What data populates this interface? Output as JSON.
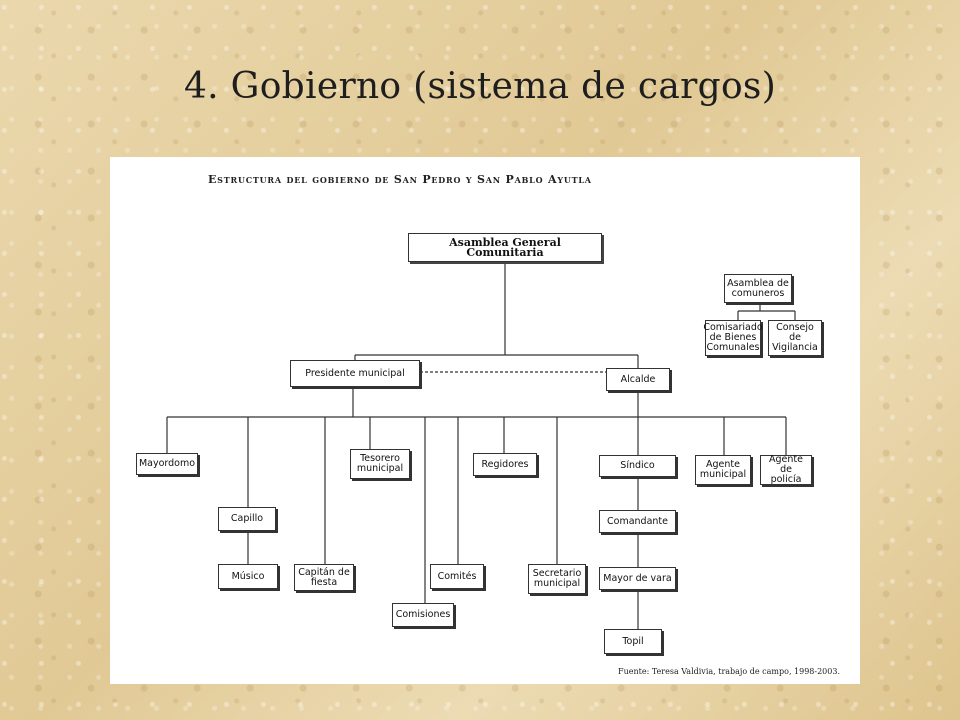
{
  "slide": {
    "title": "4. Gobierno (sistema de cargos)"
  },
  "diagram": {
    "heading": "Estructura del gobierno de San Pedro y San Pablo Ayutla",
    "source": "Fuente: Teresa Valdivia, trabajo de campo, 1998-2003.",
    "nodes": {
      "asamblea_general": "Asamblea General Comunitaria",
      "asamblea_comuneros": "Asamblea de\ncomuneros",
      "comisariado": "Comisariado\nde Bienes\nComunales",
      "consejo": "Consejo\nde Vigilancia",
      "presidente": "Presidente municipal",
      "alcalde": "Alcalde",
      "mayordomo": "Mayordomo",
      "capillo": "Capillo",
      "musico": "Músico",
      "tesorero": "Tesorero\nmunicipal",
      "capitan": "Capitán de\nfiesta",
      "comisiones": "Comisiones",
      "regidores": "Regidores",
      "comites": "Comités",
      "secretario": "Secretario\nmunicipal",
      "sindico": "Síndico",
      "comandante": "Comandante",
      "mayor_vara": "Mayor de vara",
      "topil": "Topil",
      "agente_municipal": "Agente\nmunicipal",
      "agente_policia": "Agente de\npolicía"
    }
  }
}
